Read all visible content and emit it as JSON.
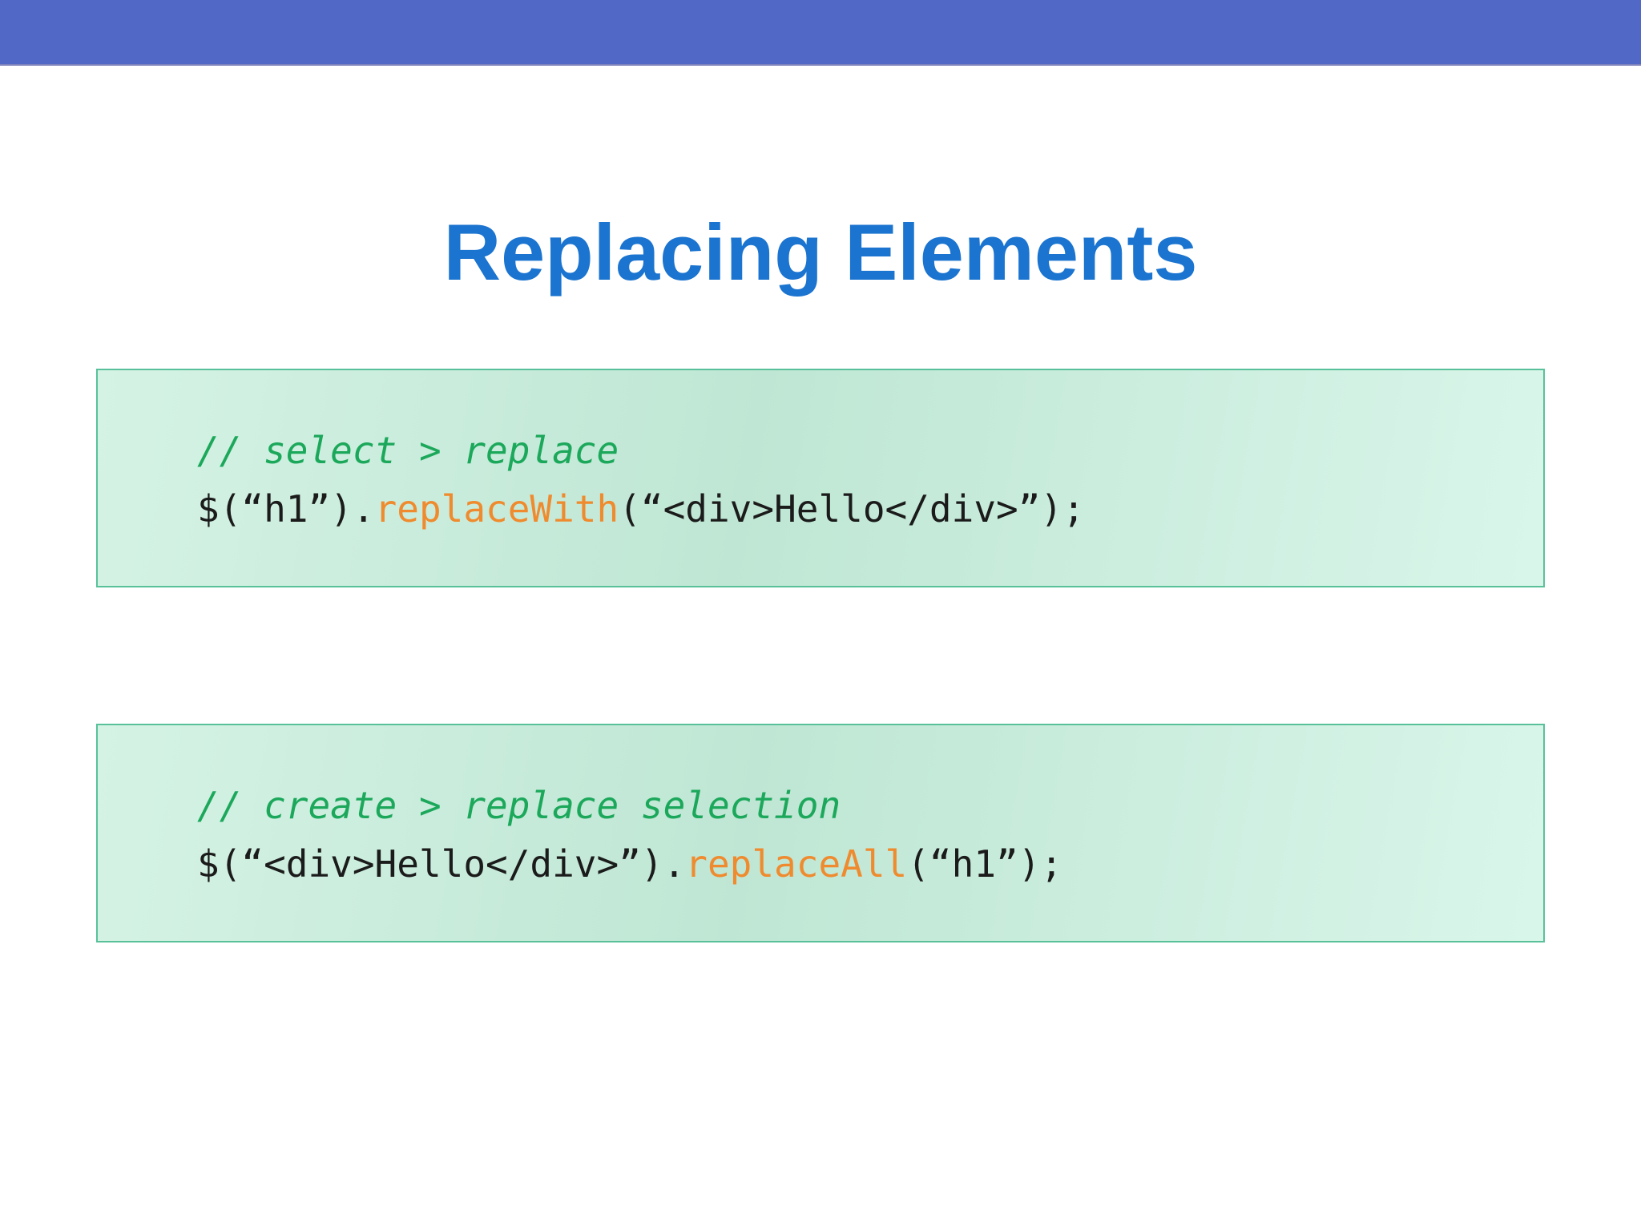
{
  "slide": {
    "title": "Replacing Elements"
  },
  "colors": {
    "top_bar_blue": "#5168c7",
    "top_bar_edge": "#7e82bd",
    "title_blue": "#1b74cf",
    "box_border_green": "#58c19a",
    "box_fill_left": "#d5f3e5",
    "box_fill_mid": "#bfe6d4",
    "box_fill_right": "#d9f6ea",
    "comment_green": "#1ca85b",
    "keyword_orange": "#ef8b2e",
    "code_black": "#1b1b1b"
  },
  "code_blocks": [
    {
      "comment": "// select > replace",
      "code_before": "$(“h1”).",
      "code_keyword": "replaceWith",
      "code_after": "(“<div>Hello</div>”);"
    },
    {
      "comment": "// create > replace selection",
      "code_before": "$(“<div>Hello</div>”).",
      "code_keyword": "replaceAll",
      "code_after": "(“h1”);"
    }
  ]
}
